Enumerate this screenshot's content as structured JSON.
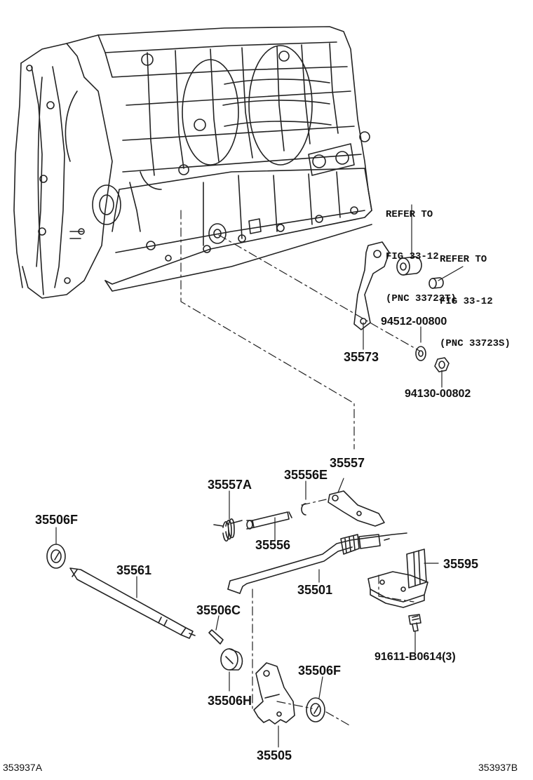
{
  "parts": {
    "p35573": "35573",
    "p94512": "94512-00800",
    "p94130": "94130-00802",
    "p35557": "35557",
    "p35556E": "35556E",
    "p35557A": "35557A",
    "p35556": "35556",
    "p35506F_left": "35506F",
    "p35561": "35561",
    "p35501": "35501",
    "p35595": "35595",
    "p35506C": "35506C",
    "p91611": "91611-B0614(3)",
    "p35506F_bottom": "35506F",
    "p35506H": "35506H",
    "p35505": "35505"
  },
  "references": {
    "ref1_line1": "REFER TO",
    "ref1_line2": "FIG 33-12",
    "ref1_line3": "(PNC 33723T)",
    "ref2_line1": "REFER TO",
    "ref2_line2": "FIG 33-12",
    "ref2_line3": "(PNC 33723S)"
  },
  "footer": {
    "left_code": "353937A",
    "right_code": "353937B"
  }
}
